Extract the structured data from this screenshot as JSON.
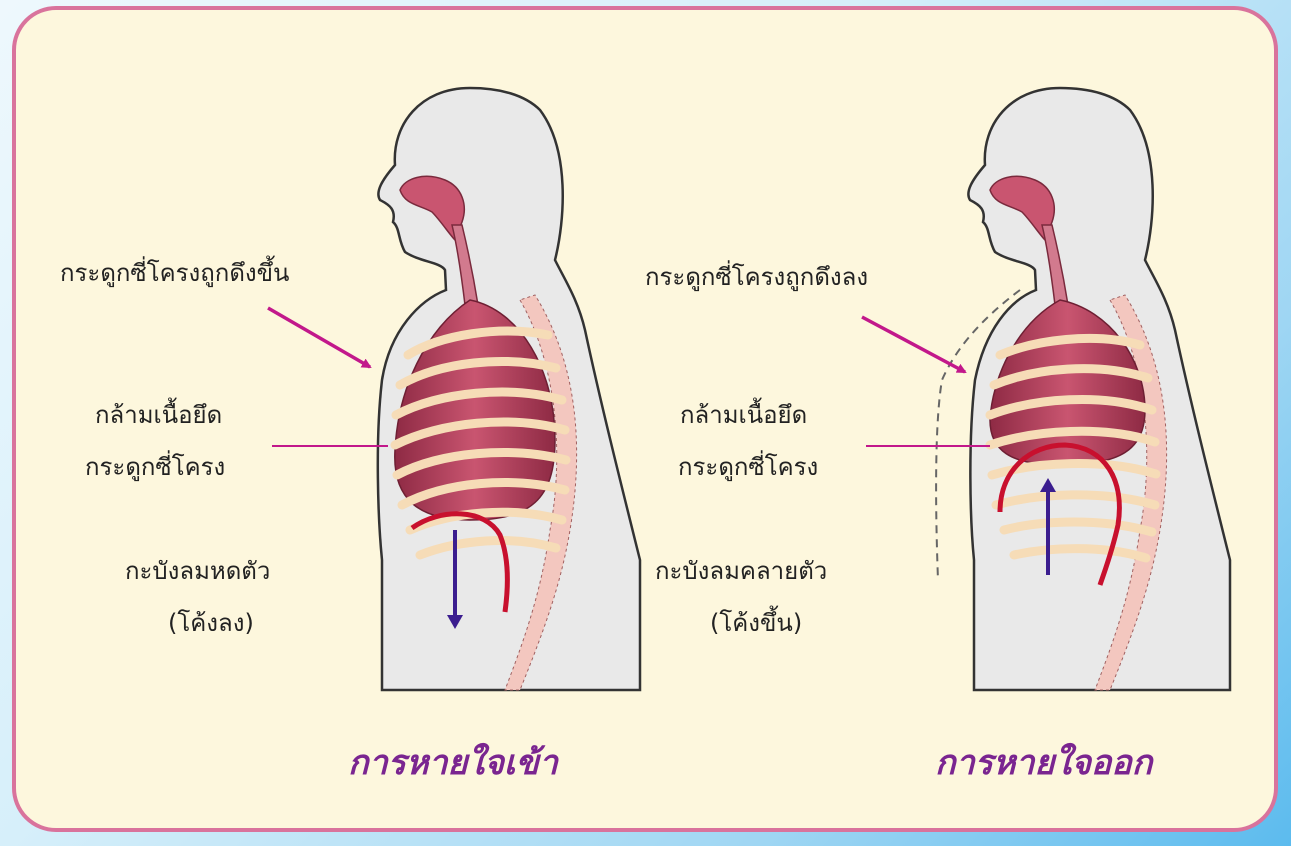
{
  "inhale": {
    "rib_label": "กระดูกซี่โครงถูกดึงขึ้น",
    "muscle_label_line1": "กล้ามเนื้อยึด",
    "muscle_label_line2": "กระดูกซี่โครง",
    "diaphragm_label_line1": "กะบังลมหดตัว",
    "diaphragm_label_line2": "(โค้งลง)",
    "title": "การหายใจเข้า"
  },
  "exhale": {
    "rib_label": "กระดูกซี่โครงถูกดึงลง",
    "muscle_label_line1": "กล้ามเนื้อยึด",
    "muscle_label_line2": "กระดูกซี่โครง",
    "diaphragm_label_line1": "กะบังลมคลายตัว",
    "diaphragm_label_line2": "(โค้งขึ้น)",
    "title": "การหายใจออก"
  },
  "colors": {
    "frame": "#d9739c",
    "panel": "#fdf7dd",
    "title": "#7a2590",
    "pointer": "#c2188b",
    "diaphragm": "#c8102e",
    "movement_arrow": "#3b1d8f",
    "lungs": "#b8435e",
    "ribs": "#f6dcb7"
  }
}
